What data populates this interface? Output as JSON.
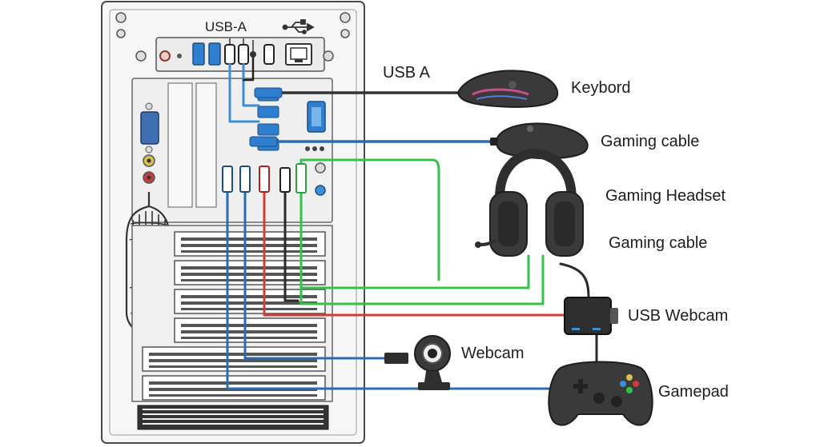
{
  "labels": {
    "usb_a_header": "USB-A",
    "usb_a": "USB A",
    "keyboard": "Keybord",
    "gaming_cable_1": "Gaming cable",
    "gaming_headset": "Gaming Headset",
    "gaming_cable_2": "Gaming cable",
    "usb_webcam": "USB Webcam",
    "webcam": "Webcam",
    "gamepad": "Gamepad"
  },
  "icons": {
    "usb_symbol": "usb-symbol-icon",
    "ethernet": "ethernet-port-icon",
    "vga": "vga-port-icon"
  },
  "colors": {
    "case_fill": "#f5f5f5",
    "case_stroke": "#4a4a4a",
    "cable_blue": "#2b6cb0",
    "cable_light_blue": "#3b8fd4",
    "cable_green": "#35c24a",
    "cable_red": "#d23b3b",
    "cable_black": "#2a2a2a",
    "device_dark": "#3a3a3a"
  }
}
